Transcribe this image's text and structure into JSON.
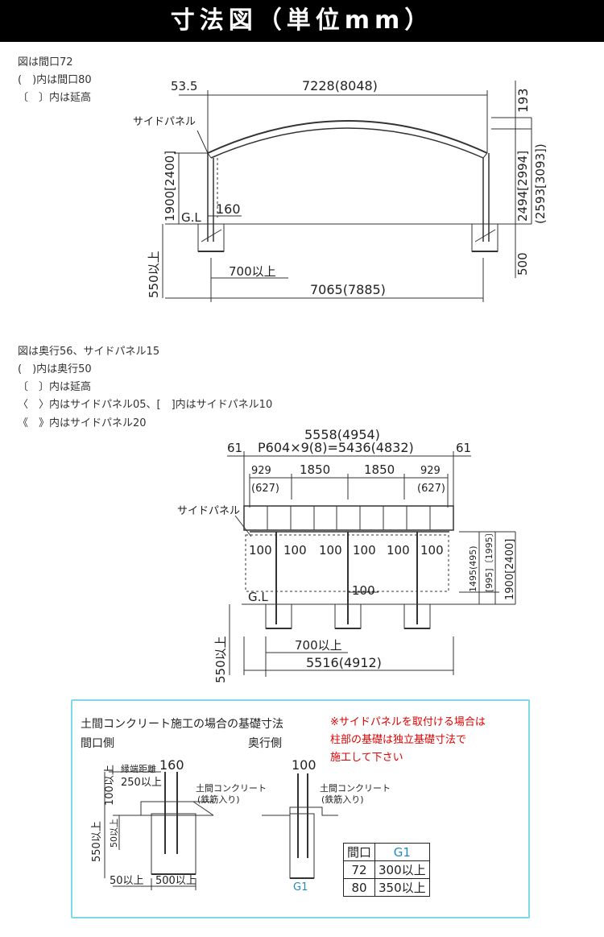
{
  "header": {
    "title": "寸法図（単位mm）"
  },
  "section1": {
    "notes": [
      "図は間口72",
      "(　)内は間口80",
      "〔　〕内は延高"
    ],
    "side_panel": "サイドパネル",
    "dims": {
      "d535": "53.5",
      "top_width": "7228(8048)",
      "d193": "193",
      "h1900": "1900[2400]",
      "gl": "G.L",
      "d160": "160",
      "h2494": "2494[2994]",
      "h2593": "(2593[3093])",
      "d500": "500",
      "d550": "550以上",
      "d700": "700以上",
      "bottom_width": "7065(7885)"
    }
  },
  "section2": {
    "notes": [
      "図は奥行56、サイドパネル15",
      "(　)内は奥行50",
      "〔　〕内は延高",
      "〈　〉内はサイドパネル05、[　]内はサイドパネル10",
      "《　》内はサイドパネル20"
    ],
    "side_panel": "サイドパネル",
    "dims": {
      "total": "5558(4954)",
      "d61": "61",
      "pitch": "P604×9(8)=5436(4832)",
      "d929": "929",
      "d627": "(627)",
      "d1850": "1850",
      "d100": "100",
      "gl": "G.L",
      "h1495": "1495(495)",
      "h995": "[995]〔1995〕",
      "h1900": "1900[2400]",
      "d700": "700以上",
      "d550": "550以上",
      "bottom": "5516(4912)"
    }
  },
  "foundation": {
    "title": "土間コンクリート施工の場合の基礎寸法",
    "front": "間口側",
    "depth": "奥行側",
    "warning": [
      "※サイドパネルを取付ける場合は",
      "柱部の基礎は独立基礎寸法で",
      "施工して下さい"
    ],
    "labels": {
      "edge": "縁端距離",
      "d250": "250以上",
      "d160": "160",
      "d100a": "100以上",
      "concrete": "土間コンクリート",
      "rebar": "(鉄筋入り)",
      "d550": "550以上",
      "d50v": "50以上",
      "d50": "50以上",
      "d500": "500以上",
      "d100": "100",
      "g1": "G1"
    },
    "table": {
      "headers": [
        "間口",
        "G1"
      ],
      "rows": [
        [
          "72",
          "300以上"
        ],
        [
          "80",
          "350以上"
        ]
      ]
    }
  }
}
